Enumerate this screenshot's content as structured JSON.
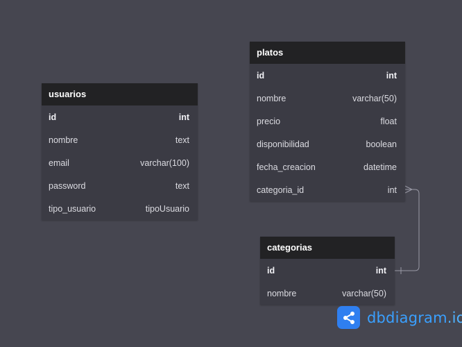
{
  "tables": {
    "usuarios": {
      "name": "usuarios",
      "fields": [
        {
          "name": "id",
          "type": "int",
          "pk": true
        },
        {
          "name": "nombre",
          "type": "text"
        },
        {
          "name": "email",
          "type": "varchar(100)"
        },
        {
          "name": "password",
          "type": "text"
        },
        {
          "name": "tipo_usuario",
          "type": "tipoUsuario"
        }
      ]
    },
    "platos": {
      "name": "platos",
      "fields": [
        {
          "name": "id",
          "type": "int",
          "pk": true
        },
        {
          "name": "nombre",
          "type": "varchar(50)"
        },
        {
          "name": "precio",
          "type": "float"
        },
        {
          "name": "disponibilidad",
          "type": "boolean"
        },
        {
          "name": "fecha_creacion",
          "type": "datetime"
        },
        {
          "name": "categoria_id",
          "type": "int"
        }
      ]
    },
    "categorias": {
      "name": "categorias",
      "fields": [
        {
          "name": "id",
          "type": "int",
          "pk": true
        },
        {
          "name": "nombre",
          "type": "varchar(50)"
        }
      ]
    }
  },
  "relations": [
    {
      "from": "platos.categoria_id",
      "to": "categorias.id",
      "type": "many-to-one"
    }
  ],
  "brand": {
    "name": "dbdiagram",
    "tld": ".io",
    "logo_icon": "share-node-icon",
    "logo_color": "#2f7ff0",
    "text_color": "#3aa0ff"
  },
  "colors": {
    "canvas": "#464650",
    "table_body": "#3b3b44",
    "table_header": "#222224",
    "relation_line": "#9a9aa6"
  }
}
